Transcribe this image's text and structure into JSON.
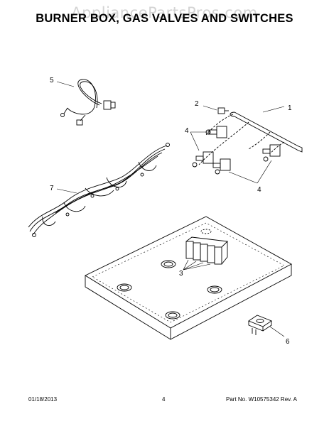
{
  "watermark": "AppliancePartsPros.com",
  "title": "BURNER BOX, GAS VALVES AND SWITCHES",
  "callouts": [
    "1",
    "2",
    "3",
    "4",
    "4",
    "5",
    "6",
    "7"
  ],
  "footer": {
    "date": "01/18/2013",
    "page_number": "4",
    "part_number": "Part No. W10575342  Rev. A"
  }
}
